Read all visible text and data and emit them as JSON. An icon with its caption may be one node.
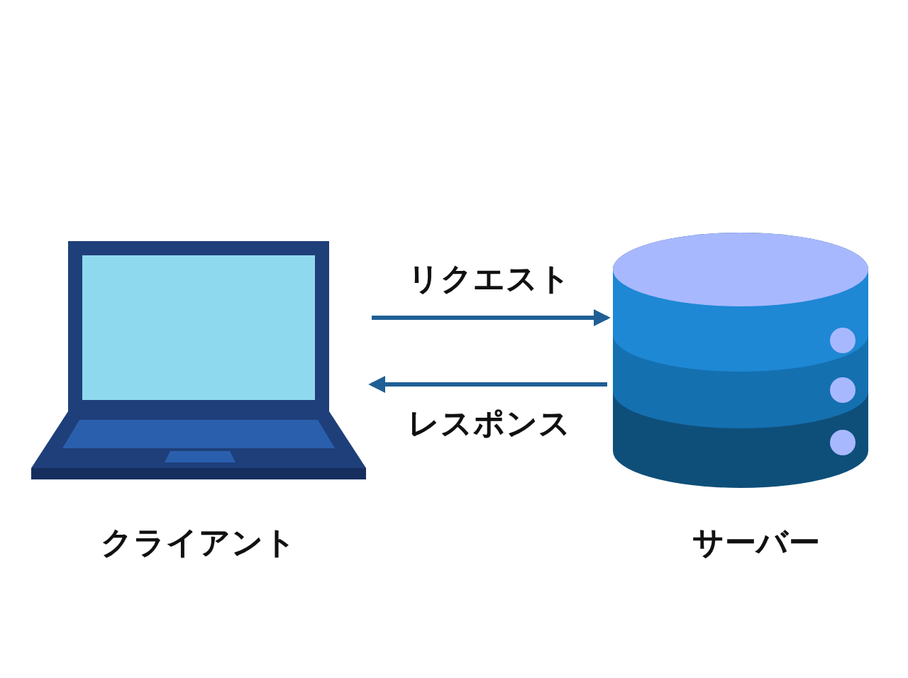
{
  "diagram": {
    "nodes": [
      {
        "text": [],
        "shape": "picture",
        "beside": [
          "クライアント"
        ]
      },
      {
        "text": [],
        "shape": "cylinder",
        "beside": [
          "サーバー"
        ]
      }
    ],
    "edges": [
      {
        "from": 0,
        "to": 1,
        "arrow": "to",
        "label": "リクエスト"
      },
      {
        "from": 1,
        "to": 0,
        "arrow": "to",
        "label": "レスポンス"
      }
    ]
  }
}
